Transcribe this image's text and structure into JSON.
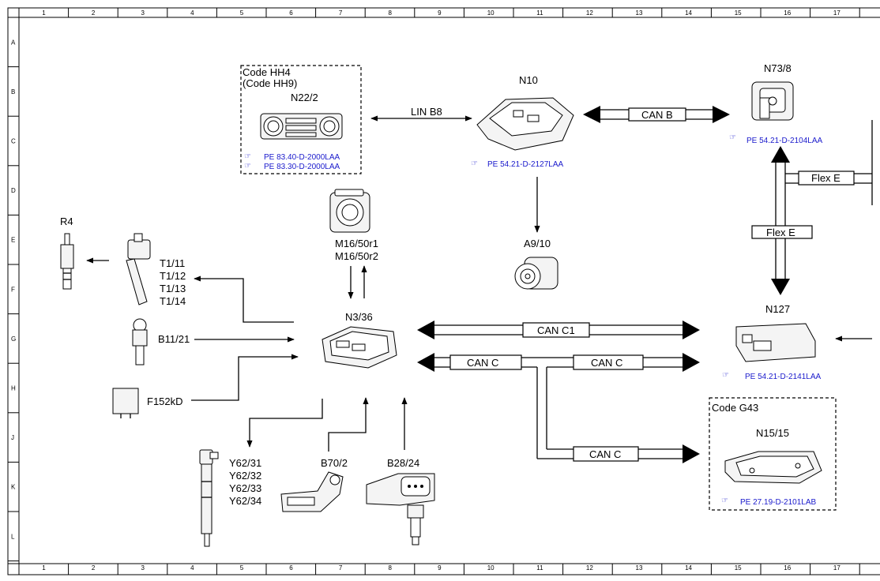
{
  "grid": {
    "columns": [
      "1",
      "2",
      "3",
      "4",
      "5",
      "6",
      "7",
      "8",
      "9",
      "10",
      "11",
      "12",
      "13",
      "14",
      "15",
      "16",
      "17"
    ],
    "rows": [
      "A",
      "B",
      "C",
      "D",
      "E",
      "F",
      "G",
      "H",
      "J",
      "K",
      "L"
    ]
  },
  "groups": {
    "hh4": {
      "line1": "Code HH4",
      "line2": "(Code HH9)"
    },
    "g43": {
      "line1": "Code G43"
    }
  },
  "components": {
    "n22_2": "N22/2",
    "n10": "N10",
    "n73_8": "N73/8",
    "r4": "R4",
    "t1": [
      "T1/11",
      "T1/12",
      "T1/13",
      "T1/14"
    ],
    "m16": [
      "M16/50r1",
      "M16/50r2"
    ],
    "a9_10": "A9/10",
    "n3_36": "N3/36",
    "n127": "N127",
    "b11_21": "B11/21",
    "f152kd": "F152kD",
    "y62": [
      "Y62/31",
      "Y62/32",
      "Y62/33",
      "Y62/34"
    ],
    "b70_2": "B70/2",
    "b28_24": "B28/24",
    "n15_15": "N15/15"
  },
  "buses": {
    "lin_b8": "LIN B8",
    "can_b": "CAN B",
    "flex_e_top": "Flex E",
    "flex_e": "Flex E",
    "can_c1": "CAN C1",
    "can_c_left": "CAN C",
    "can_c_right": "CAN C",
    "can_c_bottom": "CAN C"
  },
  "references": {
    "pe_83_40": "PE 83.40-D-2000LAA",
    "pe_83_30": "PE 83.30-D-2000LAA",
    "pe_n10": "PE 54.21-D-2127LAA",
    "pe_n73": "PE 54.21-D-2104LAA",
    "pe_n127": "PE 54.21-D-2141LAA",
    "pe_n15": "PE 27.19-D-2101LAB"
  },
  "colors": {
    "reference_link": "#1a1acc",
    "line": "#000000",
    "background": "#ffffff"
  }
}
